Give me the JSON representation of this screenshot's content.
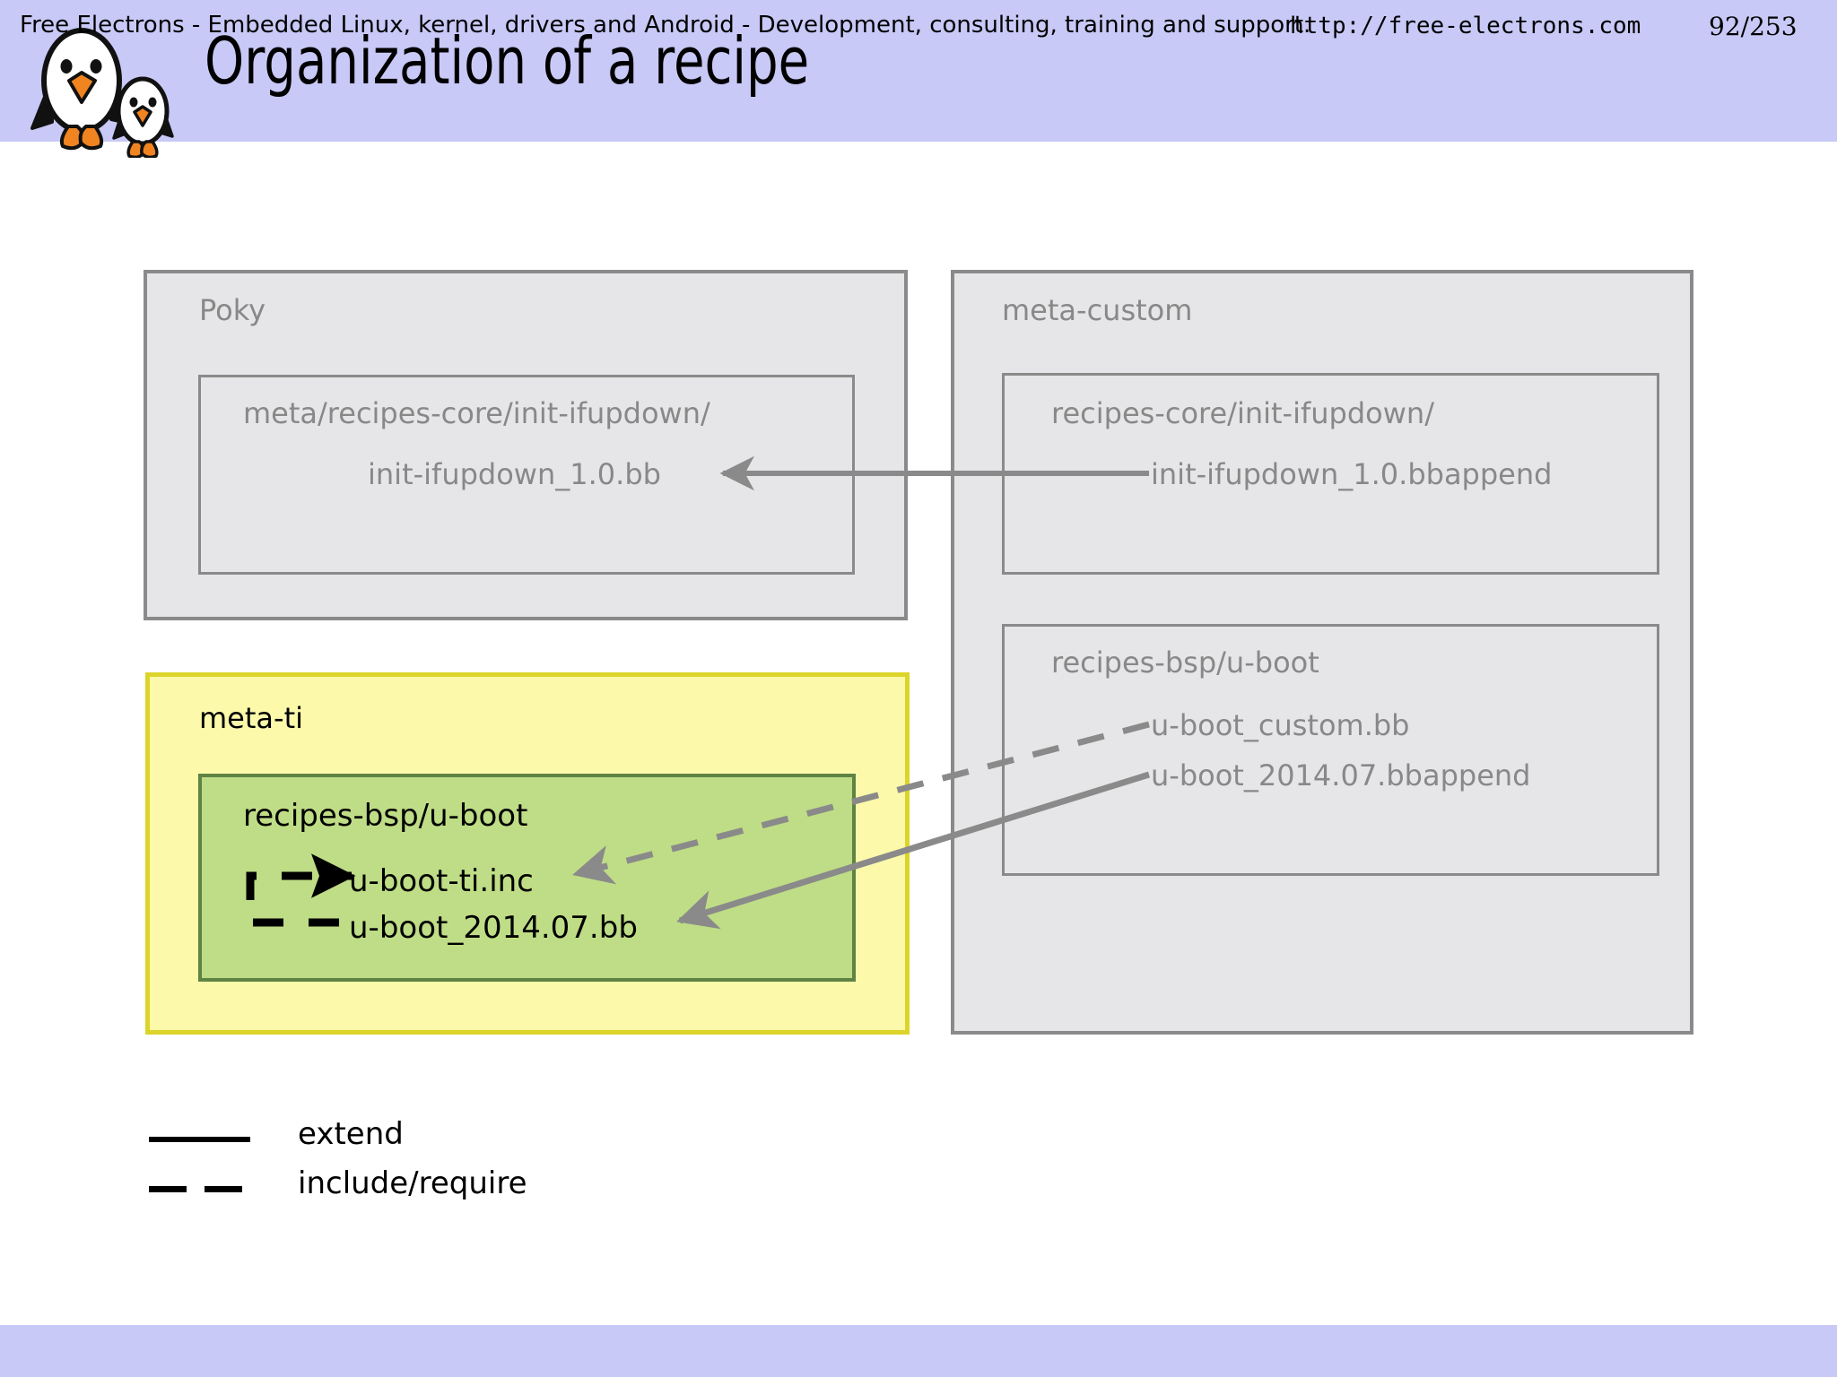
{
  "header": {
    "title": "Organization of a recipe",
    "band_color": "#c9c9f7",
    "logo_name": "free-electrons-penguins-logo"
  },
  "diagram": {
    "type": "diagram",
    "layers": [
      {
        "id": "poky",
        "label": "Poky",
        "label_color": "#888888",
        "fill": "#e6e6e8",
        "border": "#8a8a8a",
        "directories": [
          {
            "path": "meta/recipes-core/init-ifupdown/",
            "files": [
              {
                "name": "init-ifupdown_1.0.bb"
              }
            ]
          }
        ]
      },
      {
        "id": "meta-custom",
        "label": "meta-custom",
        "label_color": "#888888",
        "fill": "#e6e6e8",
        "border": "#8a8a8a",
        "directories": [
          {
            "path": "recipes-core/init-ifupdown/",
            "files": [
              {
                "name": "init-ifupdown_1.0.bbappend"
              }
            ]
          },
          {
            "path": "recipes-bsp/u-boot",
            "files": [
              {
                "name": "u-boot_custom.bb"
              },
              {
                "name": "u-boot_2014.07.bbappend"
              }
            ]
          }
        ]
      },
      {
        "id": "meta-ti",
        "label": "meta-ti",
        "label_color": "#000000",
        "fill": "#fcf9ab",
        "border": "#dcd42a",
        "inner_fill": "#bfdd86",
        "inner_border": "#5f8342",
        "directories": [
          {
            "path": "recipes-bsp/u-boot",
            "files": [
              {
                "name": "u-boot-ti.inc"
              },
              {
                "name": "u-boot_2014.07.bb"
              }
            ]
          }
        ]
      }
    ],
    "connections": [
      {
        "from": "init-ifupdown_1.0.bbappend",
        "to": "init-ifupdown_1.0.bb",
        "style": "solid",
        "kind": "extend",
        "color": "#8a8a8a"
      },
      {
        "from": "u-boot_custom.bb",
        "to": "u-boot-ti.inc",
        "style": "dashed",
        "kind": "include/require",
        "color": "#8a8a8a"
      },
      {
        "from": "u-boot_2014.07.bbappend",
        "to": "u-boot_2014.07.bb",
        "style": "solid",
        "kind": "extend",
        "color": "#8a8a8a"
      },
      {
        "from": "u-boot_2014.07.bb",
        "to": "u-boot-ti.inc",
        "style": "dashed",
        "kind": "include/require",
        "color": "#000000"
      }
    ]
  },
  "legend": {
    "items": [
      {
        "style": "solid",
        "label": "extend"
      },
      {
        "style": "dashed",
        "label": "include/require"
      }
    ]
  },
  "footer": {
    "text": "Free Electrons - Embedded Linux, kernel, drivers and Android - Development, consulting, training and support.",
    "url": "http://free-electrons.com",
    "page": "92/253",
    "band_color": "#c9c9f7"
  }
}
